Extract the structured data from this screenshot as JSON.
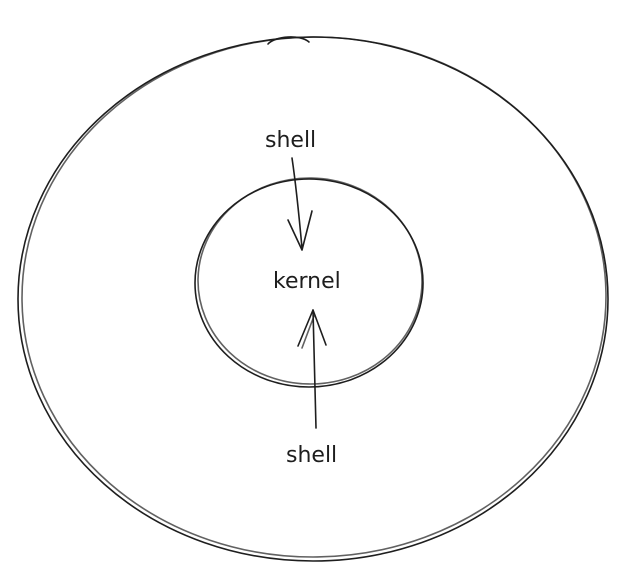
{
  "labels": {
    "center": "kernel",
    "top": "shell",
    "bottom": "shell"
  },
  "colors": {
    "stroke": "#1e1e1e",
    "background": "#ffffff"
  }
}
